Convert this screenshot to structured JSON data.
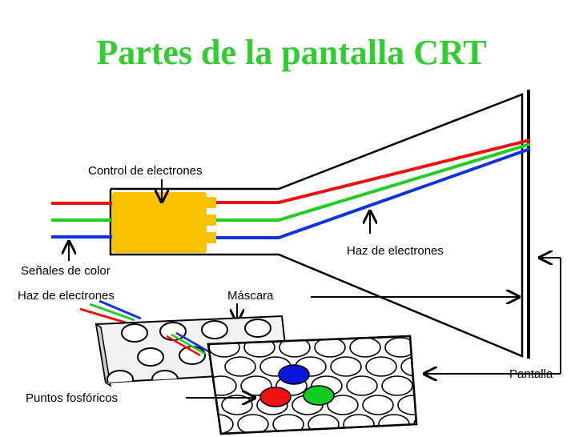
{
  "title": "Partes de la pantalla CRT",
  "colors": {
    "title": "#33cc33",
    "red_beam": "#ee1111",
    "green_beam": "#22cc22",
    "blue_beam": "#1133dd",
    "control_block": "#f9c200",
    "red_dot": "#ee1111",
    "green_dot": "#11cc22",
    "blue_dot": "#0b16dd",
    "outline": "#000000"
  },
  "labels": {
    "control": "Control de electrones",
    "signals": "Señales de color",
    "beam_right": "Haz de electrones",
    "beam_left": "Haz de electrones",
    "mask": "Máscara",
    "screen": "Pantalla",
    "phosphor": "Puntos fosfóricos"
  }
}
